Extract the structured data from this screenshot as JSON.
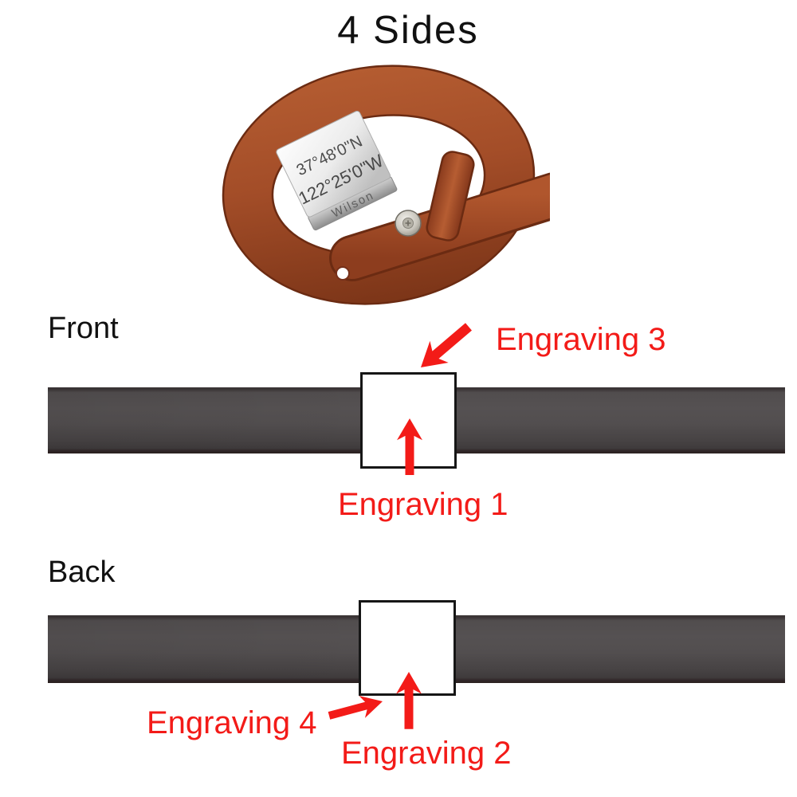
{
  "title": "4 Sides",
  "bracelet": {
    "description": "brown leather wrap bracelet with engraved silver plate",
    "plate_line1": "37°48'0\"N",
    "plate_line2": "122°25'0\"W",
    "plate_edge_name": "Wilson",
    "leather_color": "#a34d28",
    "plate_color": "#e9e9e9"
  },
  "front": {
    "label": "Front",
    "engraving_top": "Engraving 3",
    "engraving_center": "Engraving 1"
  },
  "back": {
    "label": "Back",
    "engraving_side": "Engraving 4",
    "engraving_center": "Engraving 2"
  },
  "colors": {
    "annotation_red": "#f31b18",
    "strip_gray": "#4f4b4c",
    "square_border": "#161616"
  }
}
